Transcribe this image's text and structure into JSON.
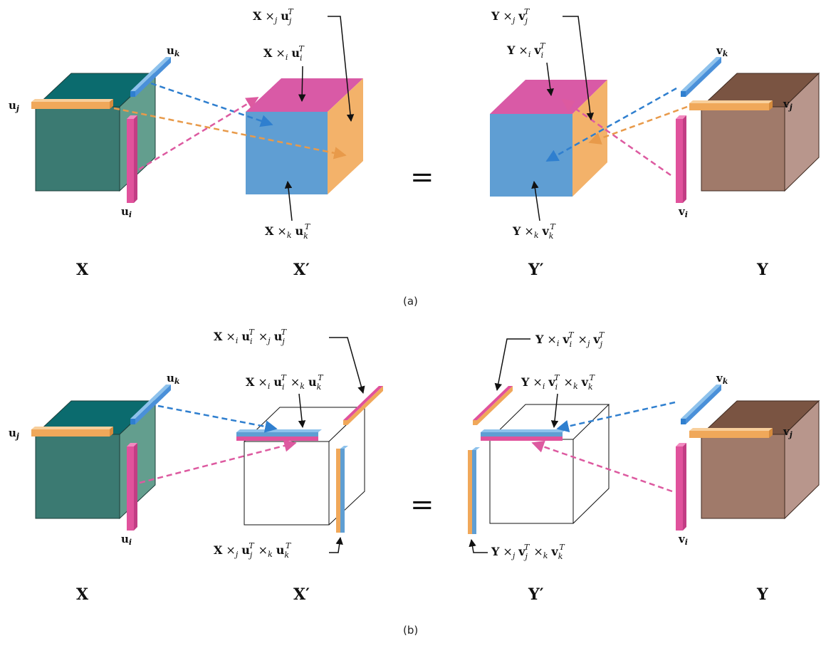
{
  "colors": {
    "teal_front": "#3b7a72",
    "teal_top": "#0b6b6e",
    "teal_side": "#639e8e",
    "brown_front": "#a07a6a",
    "brown_top": "#7a5442",
    "brown_side": "#b8968c",
    "blue": "#5f9ed3",
    "magenta": "#d95aa6",
    "orange": "#f3b26a",
    "blue_bar": "#4a90d9",
    "magenta_bar": "#e0529c",
    "orange_bar": "#f0a85a"
  },
  "panel_a": {
    "caption": "(a)",
    "equals": "=",
    "X_label": {
      "base": "X"
    },
    "Xp_label": {
      "base": "X",
      "prime": "′"
    },
    "Yp_label": {
      "base": "Y",
      "prime": "′"
    },
    "Y_label": {
      "base": "Y"
    },
    "vec_uk": {
      "v": "u",
      "s": "k"
    },
    "vec_uj": {
      "v": "u",
      "s": "j"
    },
    "vec_ui": {
      "v": "u",
      "s": "i"
    },
    "vec_vk": {
      "v": "v",
      "s": "k"
    },
    "vec_vj": {
      "v": "v",
      "s": "j"
    },
    "vec_vi": {
      "v": "v",
      "s": "i"
    },
    "ann_X_j": {
      "t": "X",
      "m": "j",
      "v": "u",
      "s": "j"
    },
    "ann_X_i": {
      "t": "X",
      "m": "i",
      "v": "u",
      "s": "i"
    },
    "ann_X_k": {
      "t": "X",
      "m": "k",
      "v": "u",
      "s": "k"
    },
    "ann_Y_j": {
      "t": "Y",
      "m": "j",
      "v": "v",
      "s": "j"
    },
    "ann_Y_i": {
      "t": "Y",
      "m": "i",
      "v": "v",
      "s": "i"
    },
    "ann_Y_k": {
      "t": "Y",
      "m": "k",
      "v": "v",
      "s": "k"
    }
  },
  "panel_b": {
    "caption": "(b)",
    "equals": "=",
    "X_label": {
      "base": "X"
    },
    "Xp_label": {
      "base": "X",
      "prime": "′"
    },
    "Yp_label": {
      "base": "Y",
      "prime": "′"
    },
    "Y_label": {
      "base": "Y"
    },
    "vec_uk": {
      "v": "u",
      "s": "k"
    },
    "vec_uj": {
      "v": "u",
      "s": "j"
    },
    "vec_ui": {
      "v": "u",
      "s": "i"
    },
    "vec_vk": {
      "v": "v",
      "s": "k"
    },
    "vec_vj": {
      "v": "v",
      "s": "j"
    },
    "vec_vi": {
      "v": "v",
      "s": "i"
    },
    "ann_X_ij": {
      "t": "X",
      "m1": "i",
      "v1": "u",
      "s1": "i",
      "m2": "j",
      "v2": "u",
      "s2": "j"
    },
    "ann_X_ik": {
      "t": "X",
      "m1": "i",
      "v1": "u",
      "s1": "i",
      "m2": "k",
      "v2": "u",
      "s2": "k"
    },
    "ann_X_jk": {
      "t": "X",
      "m1": "j",
      "v1": "u",
      "s1": "j",
      "m2": "k",
      "v2": "u",
      "s2": "k"
    },
    "ann_Y_ij": {
      "t": "Y",
      "m1": "i",
      "v1": "v",
      "s1": "i",
      "m2": "j",
      "v2": "v",
      "s2": "j"
    },
    "ann_Y_ik": {
      "t": "Y",
      "m1": "i",
      "v1": "v",
      "s1": "i",
      "m2": "k",
      "v2": "v",
      "s2": "k"
    },
    "ann_Y_jk": {
      "t": "Y",
      "m1": "j",
      "v1": "v",
      "s1": "j",
      "m2": "k",
      "v2": "v",
      "s2": "k"
    }
  }
}
